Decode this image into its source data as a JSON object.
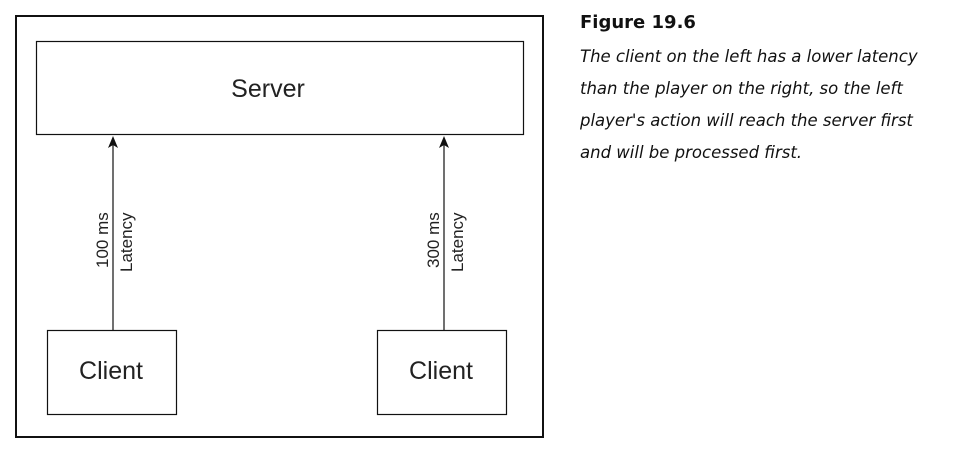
{
  "diagram": {
    "server_label": "Server",
    "client_left_label": "Client",
    "client_right_label": "Client",
    "latency_left_value": "100 ms",
    "latency_left_word": "Latency",
    "latency_right_value": "300 ms",
    "latency_right_word": "Latency"
  },
  "caption": {
    "title": "Figure 19.6",
    "body": "The client on the left has a lower latency than the player on the right, so the left player's action will reach the server first and will be processed first."
  },
  "colors": {
    "stroke": "#111111",
    "text": "#222222",
    "background": "#ffffff"
  }
}
